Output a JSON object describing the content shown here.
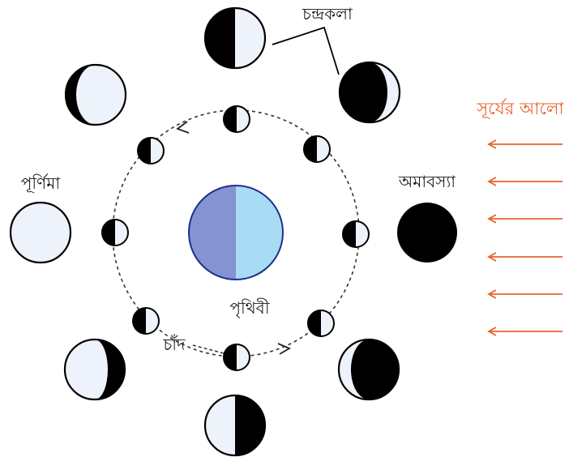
{
  "labels": {
    "phases": "চন্দ্রকলা",
    "sunlight": "সূর্যের আলো",
    "new_moon": "অমাবস্যা",
    "full_moon": "পূর্ণিমা",
    "earth": "পৃথিবী",
    "moon": "চাঁদ"
  },
  "colors": {
    "sunlight": "#e8622c",
    "earth_left": "#8593d2",
    "earth_right": "#a8dcf4",
    "moon_light": "#eef2fb",
    "moon_dark": "#000000"
  }
}
